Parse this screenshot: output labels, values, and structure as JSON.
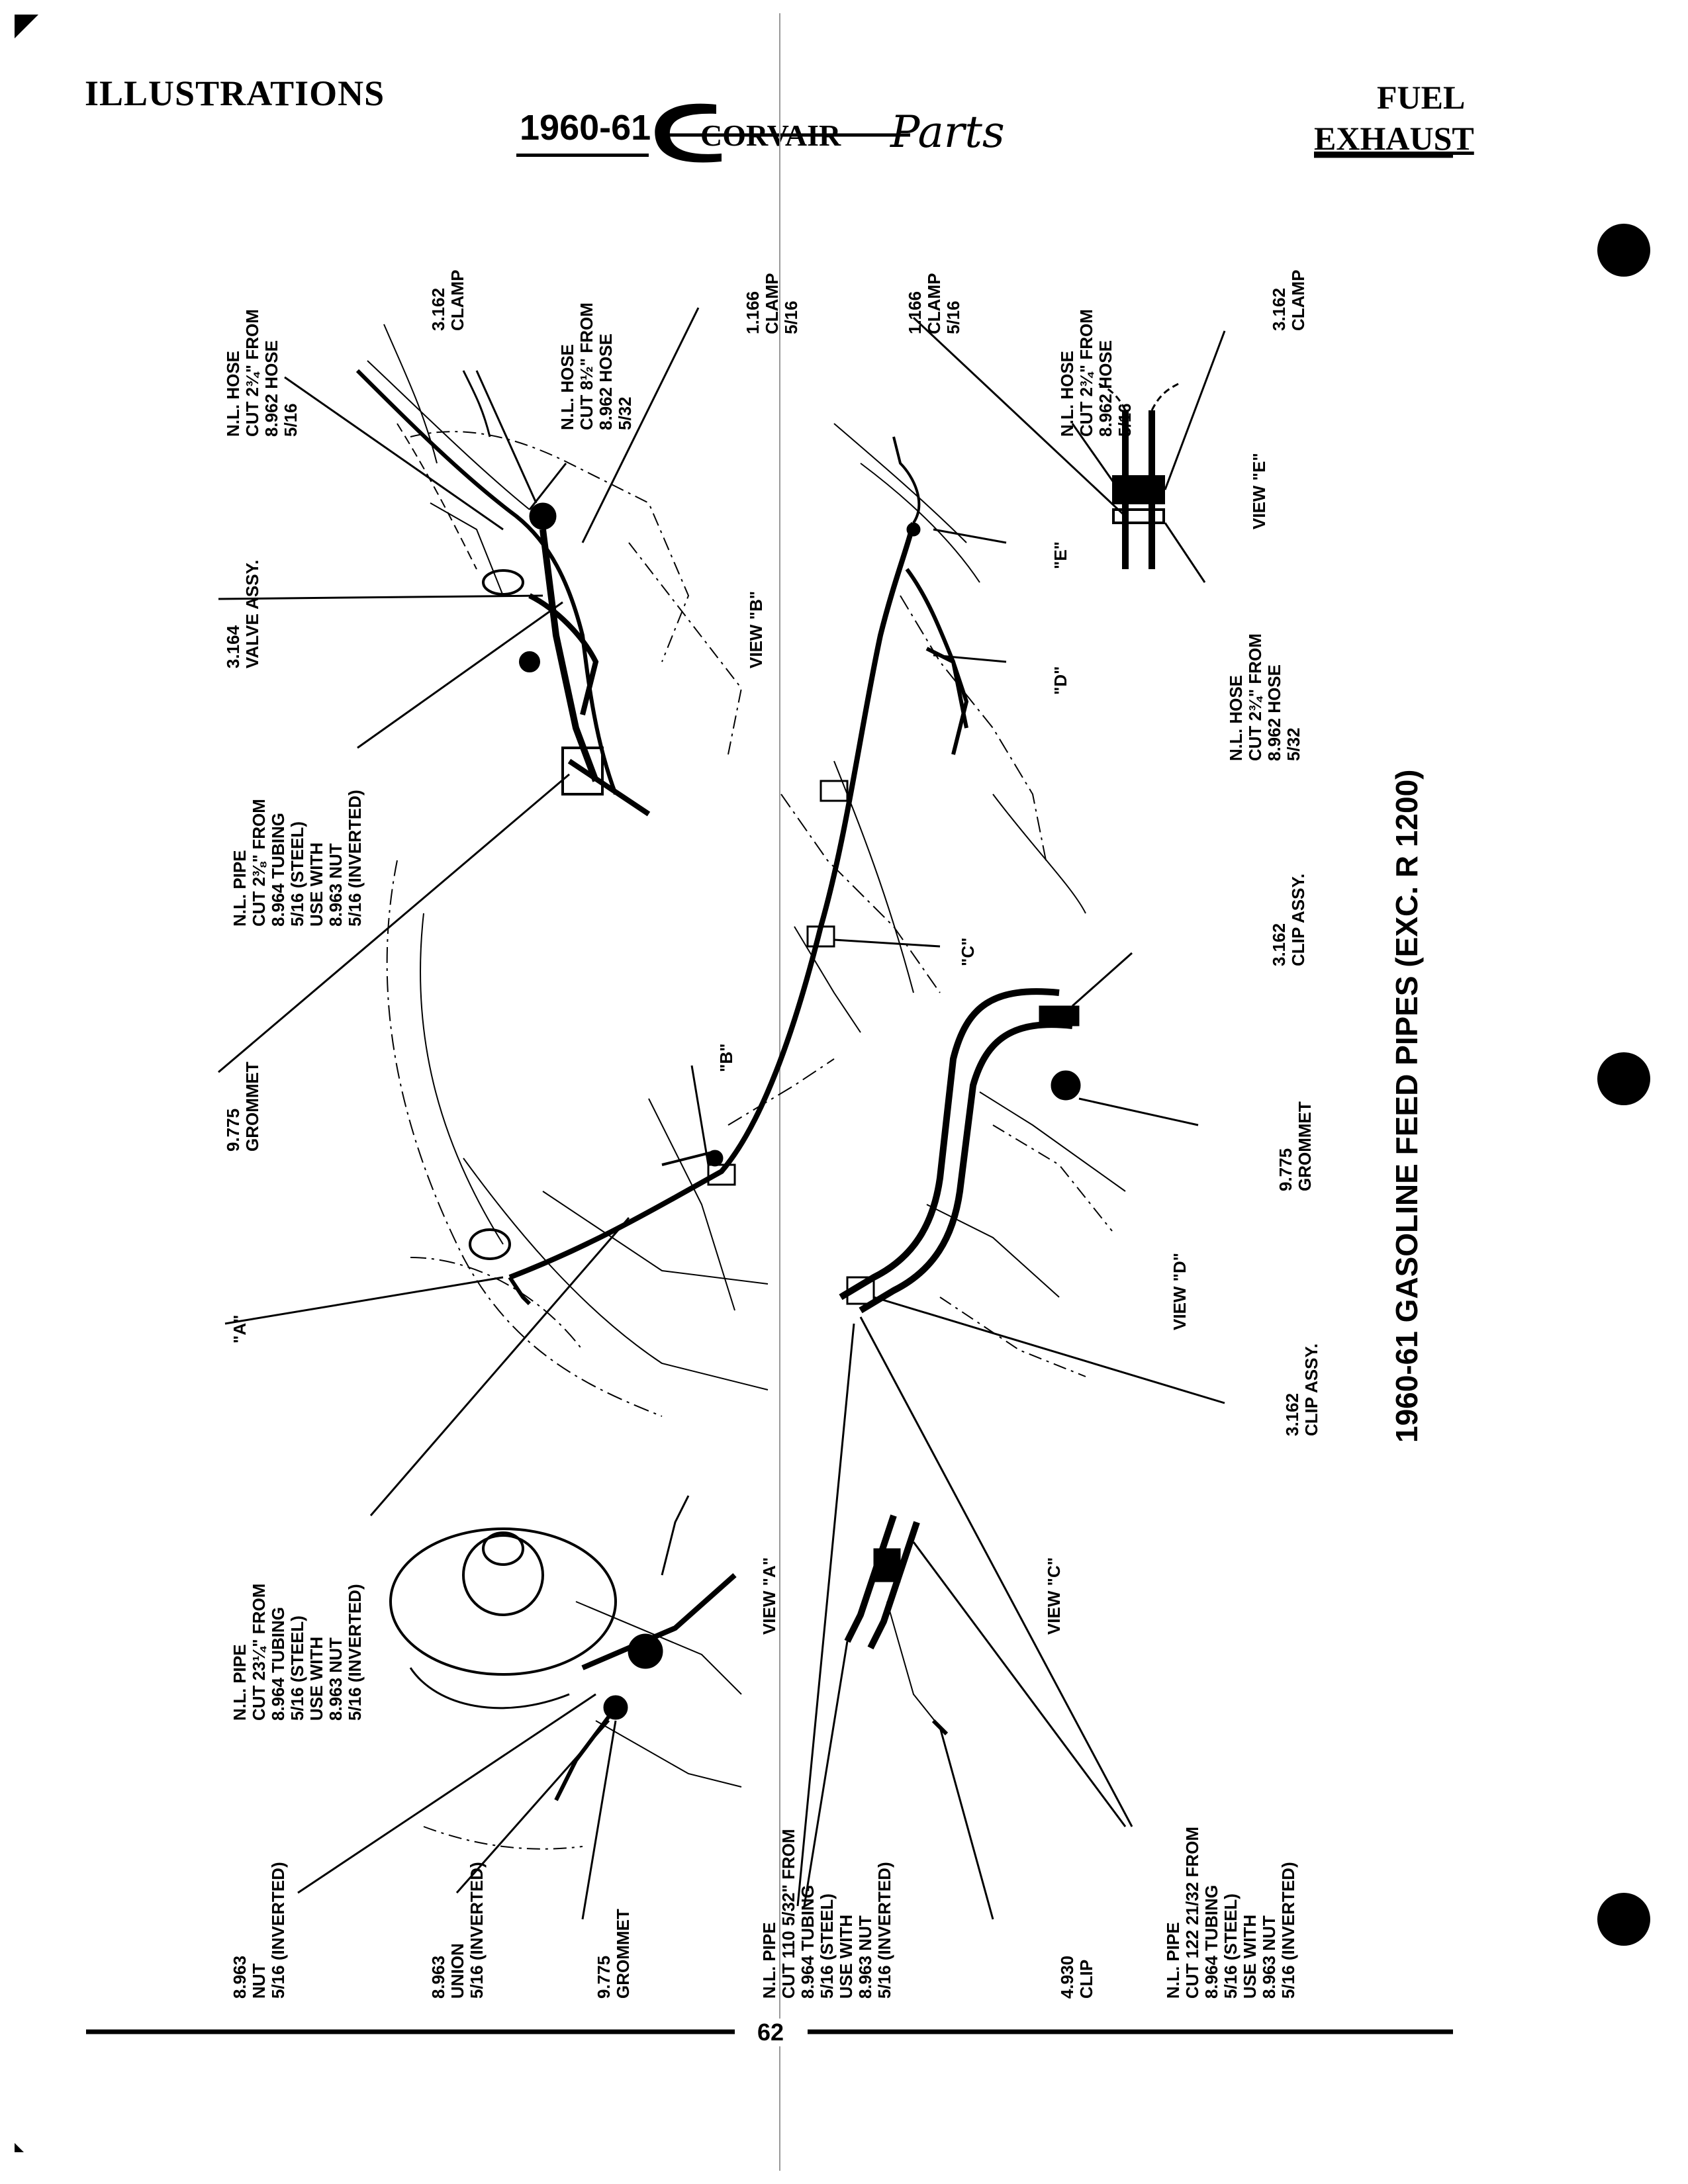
{
  "header": {
    "left_title": "ILLUSTRATIONS",
    "years": "1960-61",
    "brand": "CORVAIR",
    "brand_script": "Parts",
    "right_line1": "FUEL",
    "right_line2": "EXHAUST"
  },
  "diagram_title": "1960-61 GASOLINE FEED PIPES (EXC. R 1200)",
  "views": {
    "a": "VIEW \"A\"",
    "b": "VIEW \"B\"",
    "c": "VIEW \"C\"",
    "d": "VIEW \"D\"",
    "e": "VIEW \"E\""
  },
  "markers": {
    "a": "\"A\"",
    "b": "\"B\"",
    "c": "\"C\"",
    "d": "\"D\"",
    "e": "\"E\""
  },
  "callouts": {
    "hose_top_left": [
      "N.L. HOSE",
      "CUT 2¾\" FROM",
      "8.962 HOSE",
      "5/16"
    ],
    "clamp_3162_top": [
      "3.162",
      "CLAMP"
    ],
    "hose_8half": [
      "N.L. HOSE",
      "CUT 8½\" FROM",
      "8.962 HOSE",
      "5/32"
    ],
    "clamp_1166_left": [
      "1.166",
      "CLAMP",
      "5/16"
    ],
    "valve": [
      "3.164",
      "VALVE ASSY."
    ],
    "pipe_2_3_8": [
      "N.L. PIPE",
      "CUT 2⅜\" FROM",
      "8.964 TUBING",
      "5/16 (STEEL)",
      "USE WITH",
      "8.963 NUT",
      "5/16 (INVERTED)"
    ],
    "grommet_left": [
      "9.775",
      "GROMMET"
    ],
    "pipe_23_quarter": [
      "N.L. PIPE",
      "CUT 23¼\" FROM",
      "8.964 TUBING",
      "5/16 (STEEL)",
      "USE WITH",
      "8.963 NUT",
      "5/16 (INVERTED)"
    ],
    "nut_8963": [
      "8.963",
      "NUT",
      "5/16 (INVERTED)"
    ],
    "union_8963": [
      "8.963",
      "UNION",
      "5/16 (INVERTED)"
    ],
    "grommet_bottom": [
      "9.775",
      "GROMMET"
    ],
    "pipe_110": [
      "N.L. PIPE",
      "CUT 110 5/32\" FROM",
      "8.964 TUBING",
      "5/16 (STEEL)",
      "USE WITH",
      "8.963 NUT",
      "5/16 (INVERTED)"
    ],
    "clip_4930": [
      "4.930",
      "CLIP"
    ],
    "pipe_122": [
      "N.L. PIPE",
      "CUT 122 21/32 FROM",
      "8.964 TUBING",
      "5/16 (STEEL)",
      "USE WITH",
      "8.963 NUT",
      "5/16 (INVERTED)"
    ],
    "clamp_1166_right": [
      "1.166",
      "CLAMP",
      "5/16"
    ],
    "hose_e_top": [
      "N.L. HOSE",
      "CUT 2¾\" FROM",
      "8.962 HOSE",
      "5/16"
    ],
    "clamp_3162_right": [
      "3.162",
      "CLAMP"
    ],
    "hose_e_bottom": [
      "N.L. HOSE",
      "CUT 2¾\" FROM",
      "8.962 HOSE",
      "5/32"
    ],
    "clip_assy_upper": [
      "3.162",
      "CLIP ASSY."
    ],
    "grommet_right": [
      "9.775",
      "GROMMET"
    ],
    "clip_assy_lower": [
      "3.162",
      "CLIP ASSY."
    ]
  },
  "page_number": "62"
}
